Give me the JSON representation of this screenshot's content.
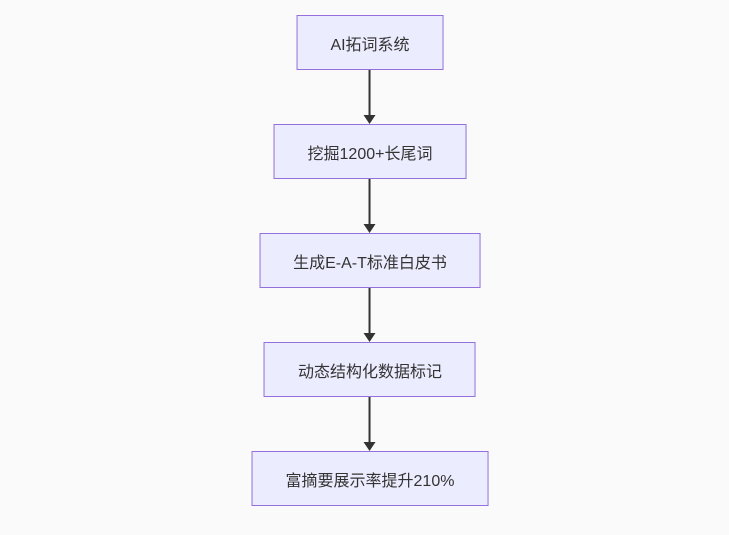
{
  "diagram": {
    "type": "flowchart",
    "direction": "top-down",
    "colors": {
      "background": "#fafafa",
      "node_fill": "#ECECFF",
      "node_border": "#9370DB",
      "node_text": "#333333",
      "arrow": "#333333"
    },
    "nodes": [
      {
        "id": "n1",
        "label": "AI拓词系统"
      },
      {
        "id": "n2",
        "label": "挖掘1200+长尾词"
      },
      {
        "id": "n3",
        "label": "生成E-A-T标准白皮书"
      },
      {
        "id": "n4",
        "label": "动态结构化数据标记"
      },
      {
        "id": "n5",
        "label": "富摘要展示率提升210%"
      }
    ],
    "edges": [
      {
        "from": "n1",
        "to": "n2",
        "style": "arrow-down"
      },
      {
        "from": "n2",
        "to": "n3",
        "style": "arrow-down"
      },
      {
        "from": "n3",
        "to": "n4",
        "style": "arrow-down"
      },
      {
        "from": "n4",
        "to": "n5",
        "style": "arrow-down"
      }
    ]
  }
}
